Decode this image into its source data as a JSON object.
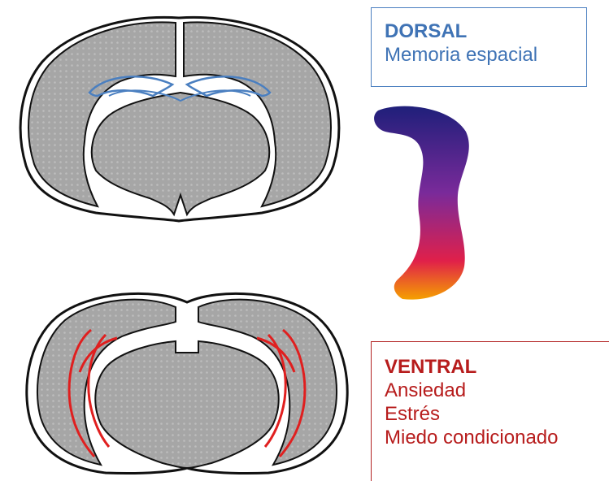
{
  "dorsal": {
    "title": "DORSAL",
    "lines": [
      "Memoria espacial"
    ],
    "color": "#3f73b5"
  },
  "ventral": {
    "title": "VENTRAL",
    "lines": [
      "Ansiedad",
      "Estrés",
      "Miedo condicionado"
    ],
    "color": "#b71c1c"
  },
  "gradient_colors": [
    "#1f1f7a",
    "#7a2a9a",
    "#e0204a",
    "#f5a000"
  ],
  "brain_fill_color": "#a9a9a9"
}
